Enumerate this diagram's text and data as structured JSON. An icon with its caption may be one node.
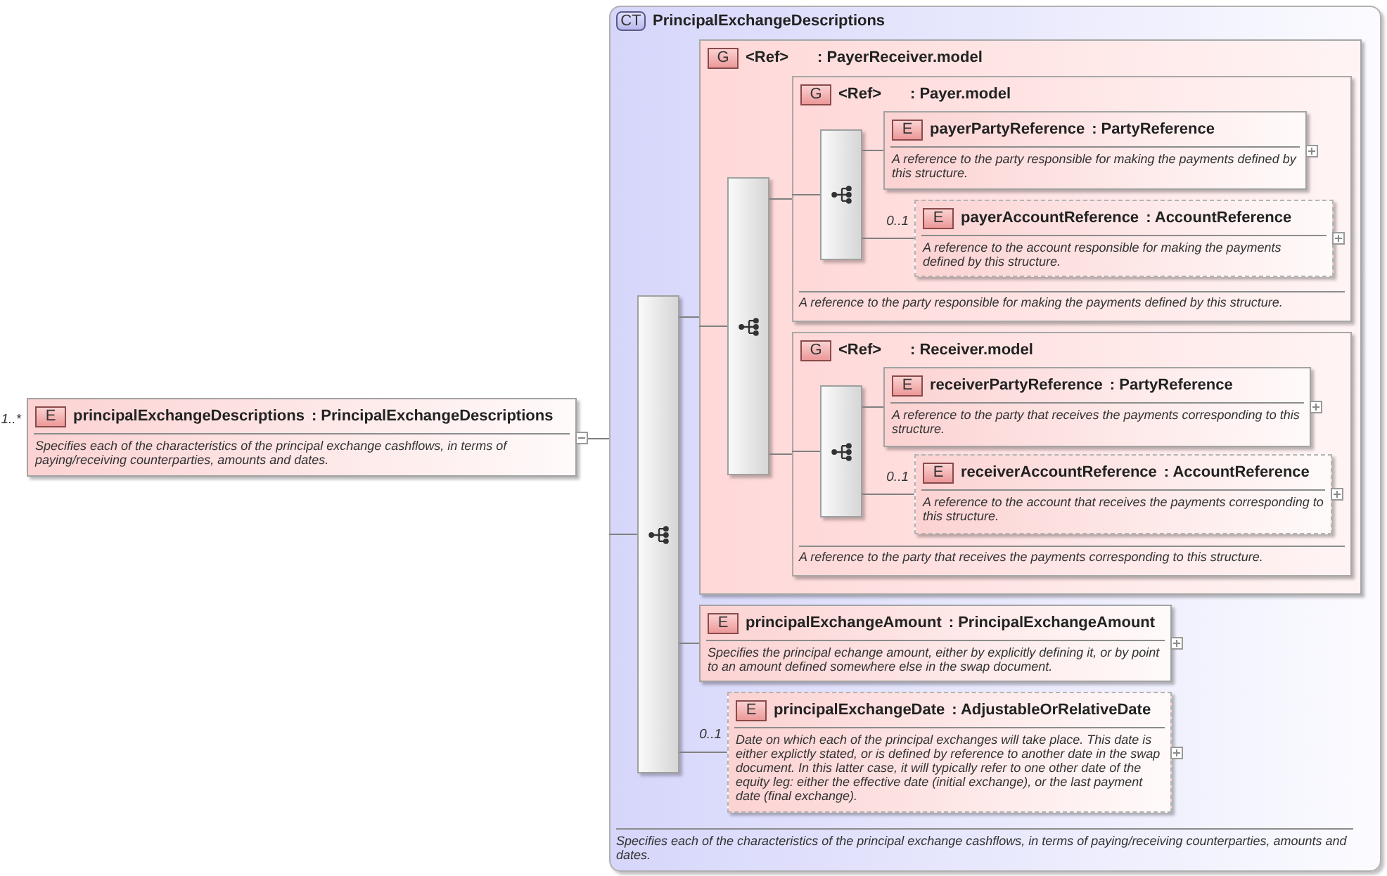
{
  "diagram": {
    "nodes": [
      {
        "text": [
          "E",
          "principalExchangeDescriptions",
          ": PrincipalExchangeDescriptions",
          "Specifies each of the characteristics of the principal exchange cashflows, in terms of paying/receiving counterparties, amounts and dates."
        ],
        "beside": [
          "1..*"
        ]
      },
      {
        "text": [
          "CT",
          "PrincipalExchangeDescriptions",
          "Specifies each of the characteristics of the principal exchange cashflows, in terms of paying/receiving counterparties, amounts and dates."
        ]
      },
      {
        "text": [],
        "shape": "bar",
        "in": 1
      },
      {
        "text": [
          "G",
          "<Ref>",
          ": PayerReceiver.model"
        ],
        "in": 1
      },
      {
        "text": [],
        "shape": "bar",
        "in": 3
      },
      {
        "text": [
          "G",
          "<Ref>",
          ": Payer.model",
          "A reference to the party responsible for making the payments defined by this structure."
        ],
        "in": 3
      },
      {
        "text": [],
        "shape": "bar",
        "in": 5
      },
      {
        "text": [
          "E",
          "payerPartyReference",
          ": PartyReference",
          "A reference to the party responsible for making the payments defined by this structure."
        ],
        "in": 5
      },
      {
        "text": [
          "E",
          "payerAccountReference",
          ": AccountReference",
          "A reference to the account responsible for making the payments defined by this structure."
        ],
        "in": 5,
        "beside": [
          "0..1"
        ]
      },
      {
        "text": [
          "G",
          "<Ref>",
          ": Receiver.model",
          "A reference to the party that receives the payments corresponding to this structure."
        ],
        "in": 3
      },
      {
        "text": [],
        "shape": "bar",
        "in": 9
      },
      {
        "text": [
          "E",
          "receiverPartyReference",
          ": PartyReference",
          "A reference to the party that receives the payments corresponding to this structure."
        ],
        "in": 9
      },
      {
        "text": [
          "E",
          "receiverAccountReference",
          ": AccountReference",
          "A reference to the account that receives the payments corresponding to this structure."
        ],
        "in": 9,
        "beside": [
          "0..1"
        ]
      },
      {
        "text": [
          "E",
          "principalExchangeAmount",
          ": PrincipalExchangeAmount",
          "Specifies the principal echange amount, either by explicitly defining it, or by point to an amount defined somewhere else in the swap document."
        ],
        "in": 1
      },
      {
        "text": [
          "E",
          "principalExchangeDate",
          ": AdjustableOrRelativeDate",
          "Date on which each of the principal exchanges will take place. This date is either explictly stated, or is defined by reference to another date in the swap document. In this latter case, it will typically refer to one other date of the equity leg: either the effective date (initial exchange), or the last payment date (final exchange)."
        ],
        "in": 1,
        "beside": [
          "0..1"
        ]
      }
    ],
    "edges": [
      {
        "from": 0,
        "to": 1,
        "arrow": "none"
      },
      {
        "from": 1,
        "to": 2,
        "arrow": "none"
      },
      {
        "from": 2,
        "to": 3,
        "arrow": "none"
      },
      {
        "from": 3,
        "to": 4,
        "arrow": "none"
      },
      {
        "from": 4,
        "to": 5,
        "arrow": "none"
      },
      {
        "from": 5,
        "to": 6,
        "arrow": "none"
      },
      {
        "from": 6,
        "to": 7,
        "arrow": "none"
      },
      {
        "from": 6,
        "to": 8,
        "arrow": "none"
      },
      {
        "from": 4,
        "to": 9,
        "arrow": "none"
      },
      {
        "from": 9,
        "to": 10,
        "arrow": "none"
      },
      {
        "from": 10,
        "to": 11,
        "arrow": "none"
      },
      {
        "from": 10,
        "to": 12,
        "arrow": "none"
      },
      {
        "from": 2,
        "to": 13,
        "arrow": "none"
      },
      {
        "from": 2,
        "to": 14,
        "arrow": "none"
      }
    ]
  }
}
